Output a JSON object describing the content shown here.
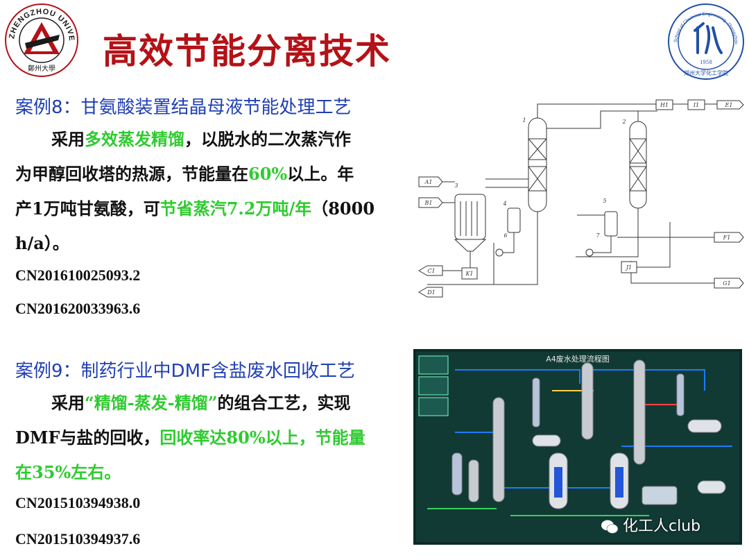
{
  "header": {
    "title": "高效节能分离技术",
    "left_logo_text": "ZHENGZHOU UNIVERSITY",
    "left_logo_cn": "鄭州大學",
    "right_logo_text": "School of Chemical Engineering, Zhengzhou University",
    "right_logo_year": "1958",
    "right_logo_cn": "郑州大学化工学院"
  },
  "case8": {
    "title": "案例8：甘氨酸装置结晶母液节能处理工艺",
    "line1_a": "采用",
    "line1_b": "多效蒸发精馏",
    "line1_c": "，以脱水的二次蒸汽作",
    "line2_a": "为甲醇回收塔的热源，节能量在",
    "line2_b": "60%",
    "line2_c": "以上。年",
    "line3_a": "产1万吨甘氨酸，可",
    "line3_b": "节省蒸汽7.2万吨/年",
    "line3_c": "（8000",
    "line4": "h/a）。",
    "patent1": "CN201610025093.2",
    "patent2": "CN201620033963.6"
  },
  "case9": {
    "title": "案例9：制药行业中DMF含盐废水回收工艺",
    "line1_a": "采用",
    "line1_b": "“精馏-蒸发-精馏”",
    "line1_c": "的组合工艺，实现",
    "line2_a": "DMF与盐的回收，",
    "line2_b": "回收率达80%以上，节能量",
    "line3": "在35%左右。",
    "patent1": "CN201510394938.0",
    "patent2": "CN201510394937.6"
  },
  "diagram1": {
    "inputs": [
      "A1",
      "B1",
      "F1"
    ],
    "outputs": [
      "C1",
      "D1",
      "E1",
      "G1"
    ],
    "units": [
      "H1",
      "I1",
      "J1",
      "K1"
    ],
    "numbers": [
      "1",
      "2",
      "3",
      "4",
      "5",
      "6",
      "7"
    ]
  },
  "screen2": {
    "title": "A4废水处理流程图"
  },
  "watermark": {
    "text": "化工人club"
  },
  "colors": {
    "title_red": "#b31217",
    "case_blue": "#1f3fb4",
    "highlight_green": "#2ecb2e"
  }
}
